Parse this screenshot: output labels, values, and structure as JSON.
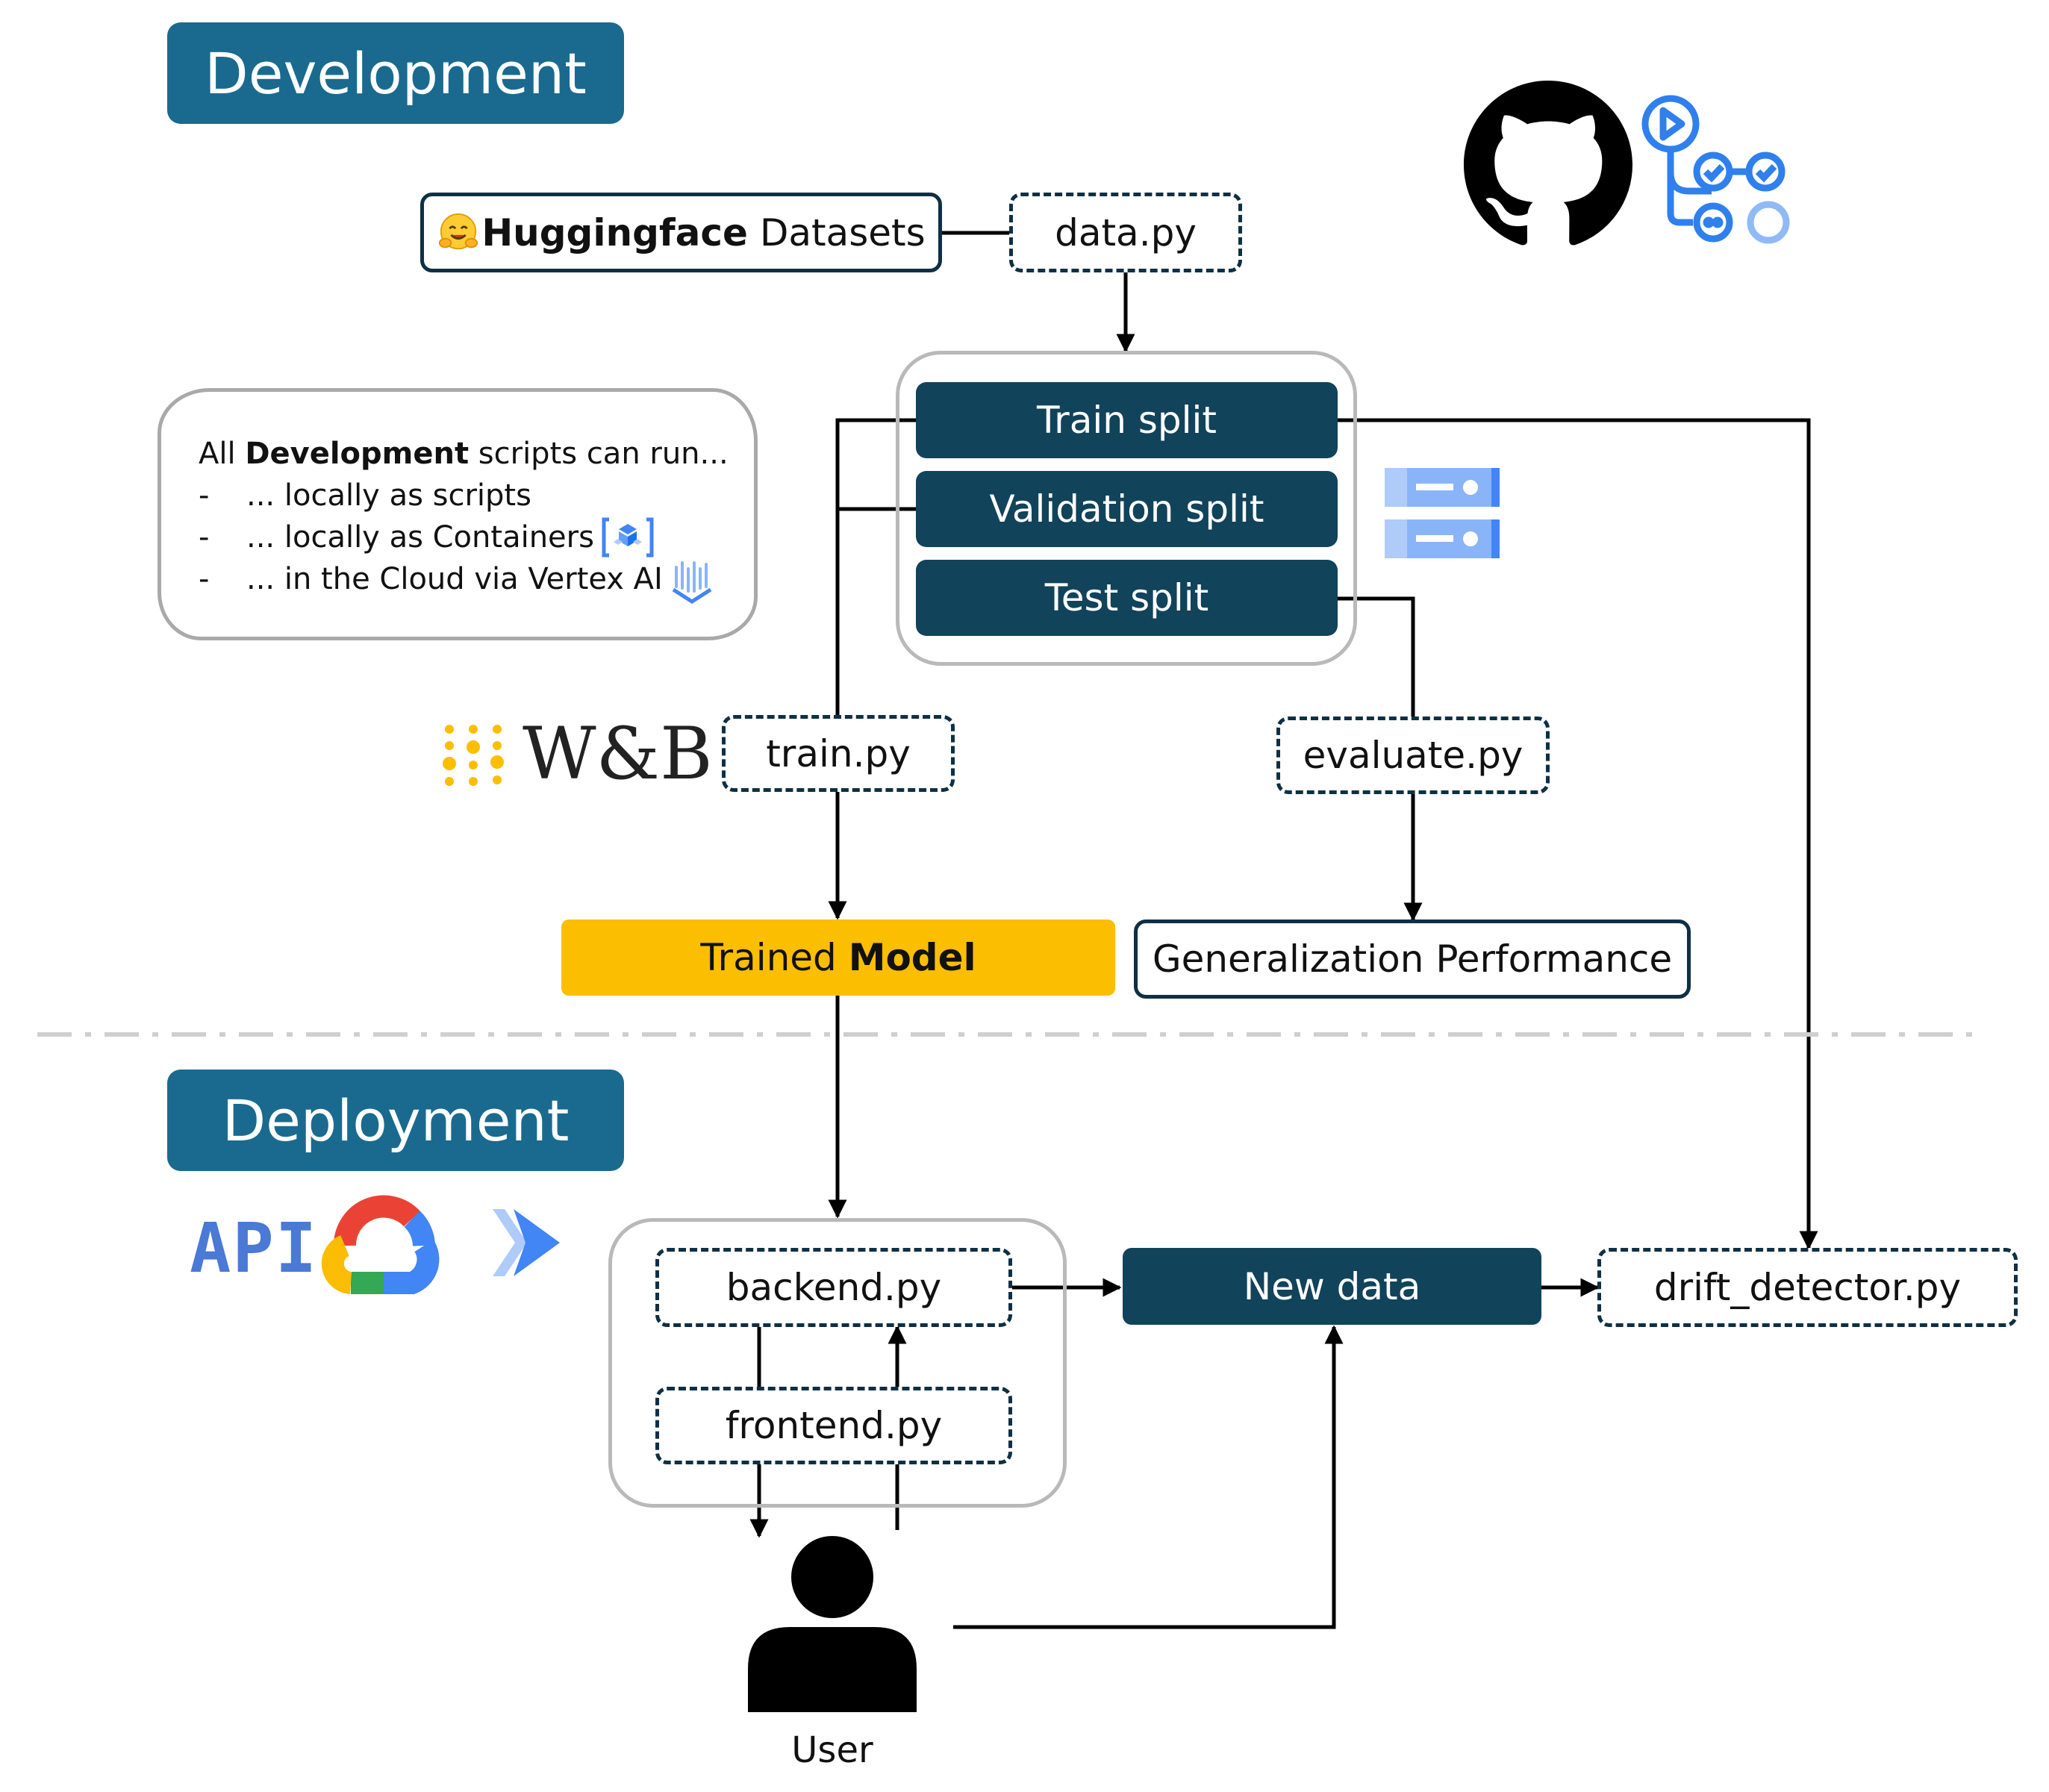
{
  "phases": {
    "development": "Development",
    "deployment": "Deployment"
  },
  "boxes": {
    "hf_bold": "Huggingface",
    "hf_rest": " Datasets",
    "data_py": "data.py",
    "train_split": "Train split",
    "validation_split": "Validation split",
    "test_split": "Test split",
    "train_py": "train.py",
    "evaluate_py": "evaluate.py",
    "trained_prefix": "Trained ",
    "trained_bold": "Model",
    "generalization": "Generalization Performance",
    "backend_py": "backend.py",
    "frontend_py": "frontend.py",
    "new_data": "New data",
    "drift_detector_py": "drift_detector.py",
    "user": "User"
  },
  "note": {
    "line1_prefix": "All ",
    "line1_bold": "Development",
    "line1_suffix": " scripts can run...",
    "bullet_marker": "-",
    "bullets": [
      "... locally as scripts",
      "... locally as Containers",
      "... in the Cloud via Vertex AI"
    ]
  },
  "logos": {
    "wandb": "W&B",
    "api": "API"
  },
  "icons": [
    "hugging-face-emoji-icon",
    "github-icon",
    "github-actions-icon",
    "storage-bucket-icon",
    "container-icon",
    "vertex-ai-icon",
    "wandb-dots-icon",
    "google-cloud-icon",
    "cloud-run-icon",
    "user-icon"
  ],
  "colors": {
    "phase": "#1a6a8f",
    "split": "#11435b",
    "model": "#fcbe00",
    "group_border": "#b9b9b9",
    "divider": "#cfcfcf"
  }
}
